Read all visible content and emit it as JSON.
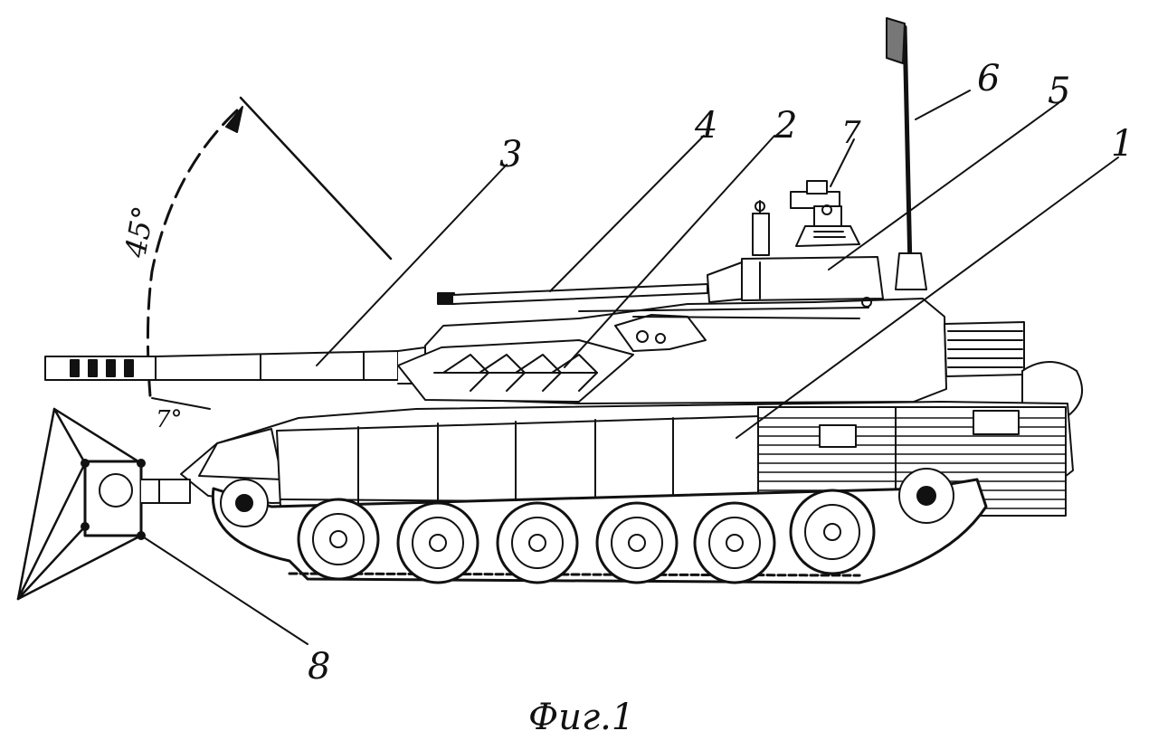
{
  "figure": {
    "caption": "Фиг.1",
    "angle_up_label": "45°",
    "angle_down_label": "7°",
    "callouts": [
      {
        "id": "c1",
        "text": "1"
      },
      {
        "id": "c2",
        "text": "2"
      },
      {
        "id": "c3",
        "text": "3"
      },
      {
        "id": "c4",
        "text": "4"
      },
      {
        "id": "c5",
        "text": "5"
      },
      {
        "id": "c6",
        "text": "6"
      },
      {
        "id": "c7",
        "text": "7"
      },
      {
        "id": "c8",
        "text": "8"
      }
    ]
  },
  "colors": {
    "ink": "#111111",
    "paper": "#ffffff"
  }
}
